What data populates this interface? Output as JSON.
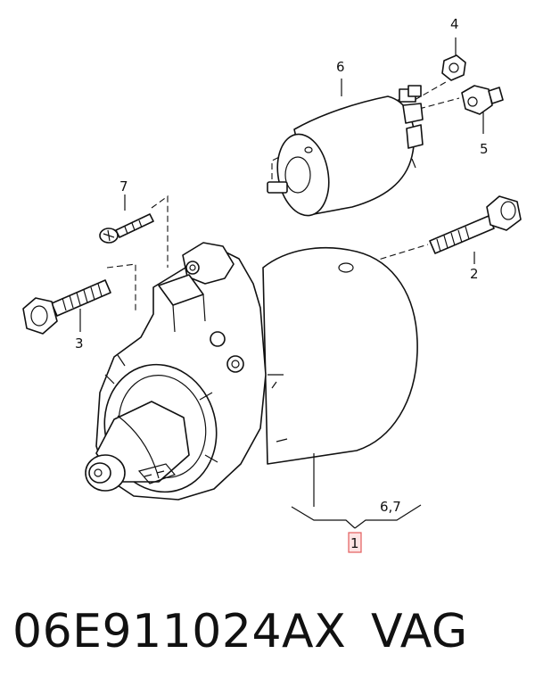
{
  "callouts": {
    "c1": "1",
    "c2": "2",
    "c3": "3",
    "c4": "4",
    "c5": "5",
    "c6": "6",
    "c7": "7",
    "c67": "6,7"
  },
  "footer": {
    "part_number": "06E911024AX",
    "brand": "VAG"
  },
  "colors": {
    "highlight_fill": "#fde4e4",
    "highlight_stroke": "#e35d5d",
    "line": "#111111"
  }
}
